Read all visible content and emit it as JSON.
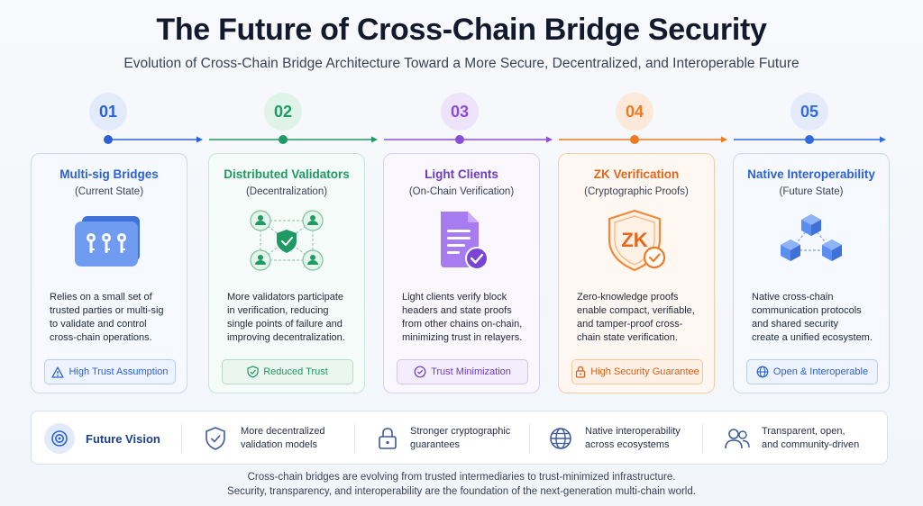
{
  "header": {
    "title": "The Future of Cross-Chain Bridge Security",
    "subtitle": "Evolution of Cross-Chain Bridge Architecture Toward a More Secure, Decentralized, and Interoperable Future"
  },
  "colors": {
    "blue": "#2a62d6",
    "green": "#1f9a63",
    "purple": "#8a4fd8",
    "orange": "#f07a22",
    "blue2": "#2f6be0"
  },
  "steps": [
    {
      "number": "01",
      "title": "Multi-sig Bridges",
      "subtitle": "(Current State)",
      "icon": "keys-folder-icon",
      "desc": [
        "Relies on a small set of",
        "trusted parties or multi-sig",
        "to validate and control",
        "cross-chain operations."
      ],
      "tag": "High Trust Assumption",
      "tag_icon": "warning-icon"
    },
    {
      "number": "02",
      "title": "Distributed Validators",
      "subtitle": "(Decentralization)",
      "icon": "validator-network-icon",
      "desc": [
        "More validators participate",
        "in verification, reducing",
        "single points of failure and",
        "improving decentralization."
      ],
      "tag": "Reduced Trust",
      "tag_icon": "shield-check-icon"
    },
    {
      "number": "03",
      "title": "Light Clients",
      "subtitle": "(On-Chain Verification)",
      "icon": "document-check-icon",
      "desc": [
        "Light clients verify block",
        "headers and state proofs",
        "from other chains on-chain,",
        "minimizing trust in relayers."
      ],
      "tag": "Trust Minimization",
      "tag_icon": "check-circle-icon"
    },
    {
      "number": "04",
      "title": "ZK Verification",
      "subtitle": "(Cryptographic Proofs)",
      "icon": "zk-shield-icon",
      "icon_text": "ZK",
      "desc": [
        "Zero-knowledge proofs",
        "enable compact, verifiable,",
        "and tamper-proof cross-",
        "chain state verification."
      ],
      "tag": "High Security Guarantee",
      "tag_icon": "lock-icon"
    },
    {
      "number": "05",
      "title": "Native Interoperability",
      "subtitle": "(Future State)",
      "icon": "cubes-network-icon",
      "desc": [
        "Native cross-chain",
        "communication protocols",
        "and shared security",
        "create a unified ecosystem."
      ],
      "tag": "Open & Interoperable",
      "tag_icon": "globe-icon"
    }
  ],
  "vision": {
    "label": "Future Vision",
    "items": [
      {
        "icon": "shield-icon",
        "lines": [
          "More decentralized",
          "validation models"
        ]
      },
      {
        "icon": "lock-icon",
        "lines": [
          "Stronger cryptographic",
          "guarantees"
        ]
      },
      {
        "icon": "globe-icon",
        "lines": [
          "Native interoperability",
          "across ecosystems"
        ]
      },
      {
        "icon": "users-icon",
        "lines": [
          "Transparent, open,",
          "and community-driven"
        ]
      }
    ]
  },
  "footer": {
    "line1": "Cross-chain bridges are evolving from trusted intermediaries to trust-minimized infrastructure.",
    "line2": "Security, transparency, and interoperability are the foundation of the next-generation multi-chain world."
  }
}
